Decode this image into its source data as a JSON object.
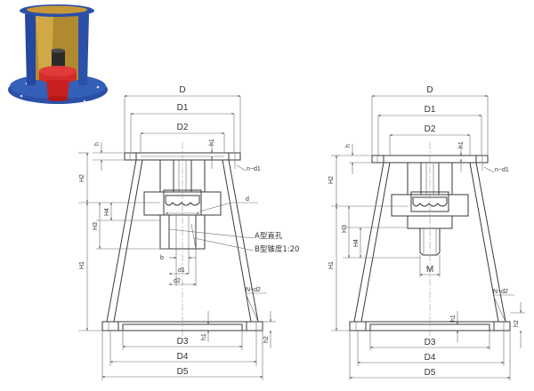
{
  "photo": {
    "description": "Blue motor support stand with red coupling",
    "colors": {
      "frame": "#2a50a8",
      "coupling": "#d42a2a",
      "inner": "#c8a040",
      "shaft": "#2a2a2a"
    }
  },
  "left_drawing": {
    "type": "A/B",
    "labels": {
      "D": "D",
      "D1": "D1",
      "D2": "D2",
      "D3": "D3",
      "D4": "D4",
      "D5": "D5",
      "h": "h",
      "h1": "h1",
      "h2": "h2",
      "H1": "H1",
      "H2": "H2",
      "H3": "H3",
      "H4": "H4",
      "n_d1": "n−d1",
      "N_d2": "N−d2",
      "d": "d",
      "b": "b",
      "d1": "d1",
      "d2": "d2"
    },
    "notes": {
      "a_type": "A型直孔",
      "b_type": "B型锥度1:20"
    }
  },
  "right_drawing": {
    "type": "threaded",
    "labels": {
      "D": "D",
      "D1": "D1",
      "D2": "D2",
      "D3": "D3",
      "D4": "D4",
      "D5": "D5",
      "h": "h",
      "h1": "h1",
      "h2": "h2",
      "H1": "H1",
      "H2": "H2",
      "H3": "H3",
      "H4": "H4",
      "n_d1": "n−d1",
      "N_d2": "N−d2",
      "M": "M"
    }
  }
}
